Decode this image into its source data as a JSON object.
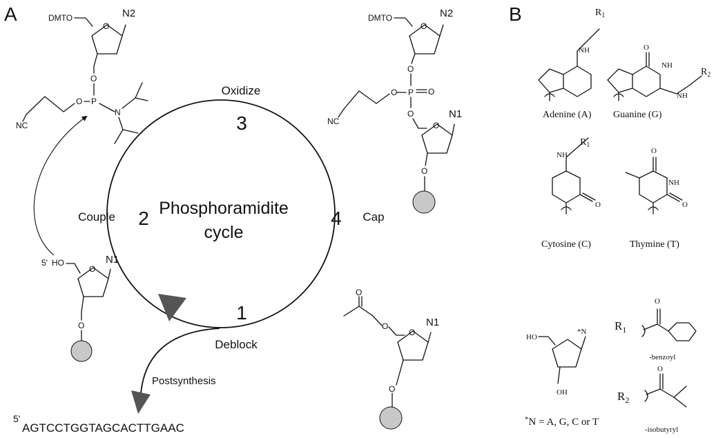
{
  "panels": {
    "a_label": "A",
    "b_label": "B"
  },
  "cycle": {
    "center_line1": "Phosphoramidite",
    "center_line2": "cycle",
    "steps": [
      {
        "number": "1",
        "name": "Deblock"
      },
      {
        "number": "2",
        "name": "Couple"
      },
      {
        "number": "3",
        "name": "Oxidize"
      },
      {
        "number": "4",
        "name": "Cap"
      }
    ],
    "postsynthesis": "Postsynthesis",
    "sequence_prime": "5'",
    "sequence": "AGTCCTGGTAGCACTTGAAC"
  },
  "molecules": {
    "dmto": "DMTO",
    "n2": "N",
    "n2_sub": "2",
    "n1": "N",
    "n1_sub": "1",
    "nc": "NC",
    "o": "O",
    "p": "P",
    "n": "N",
    "ho": "HO",
    "five_prime": "5'",
    "oh": "OH"
  },
  "bases": {
    "adenine": "Adenine (A)",
    "guanine": "Guanine (G)",
    "cytosine": "Cytosine (C)",
    "thymine": "Thymine (T)",
    "r1": "R",
    "r1_sub": "1",
    "r2": "R",
    "r2_sub": "2",
    "nh": "NH",
    "n_atom": "N",
    "o_atom": "O"
  },
  "legend": {
    "n_note_star": "*",
    "n_note": "N = A, G, C or T",
    "star_n": "*N",
    "r1_label": "R",
    "r1_sub": "1",
    "r1_group": "-benzoyl",
    "r2_label": "R",
    "r2_sub": "2",
    "r2_group": "-isobutyryl"
  },
  "colors": {
    "arrow_fill": "#555555",
    "bead_fill": "#c8c8c8",
    "line": "#111111"
  }
}
